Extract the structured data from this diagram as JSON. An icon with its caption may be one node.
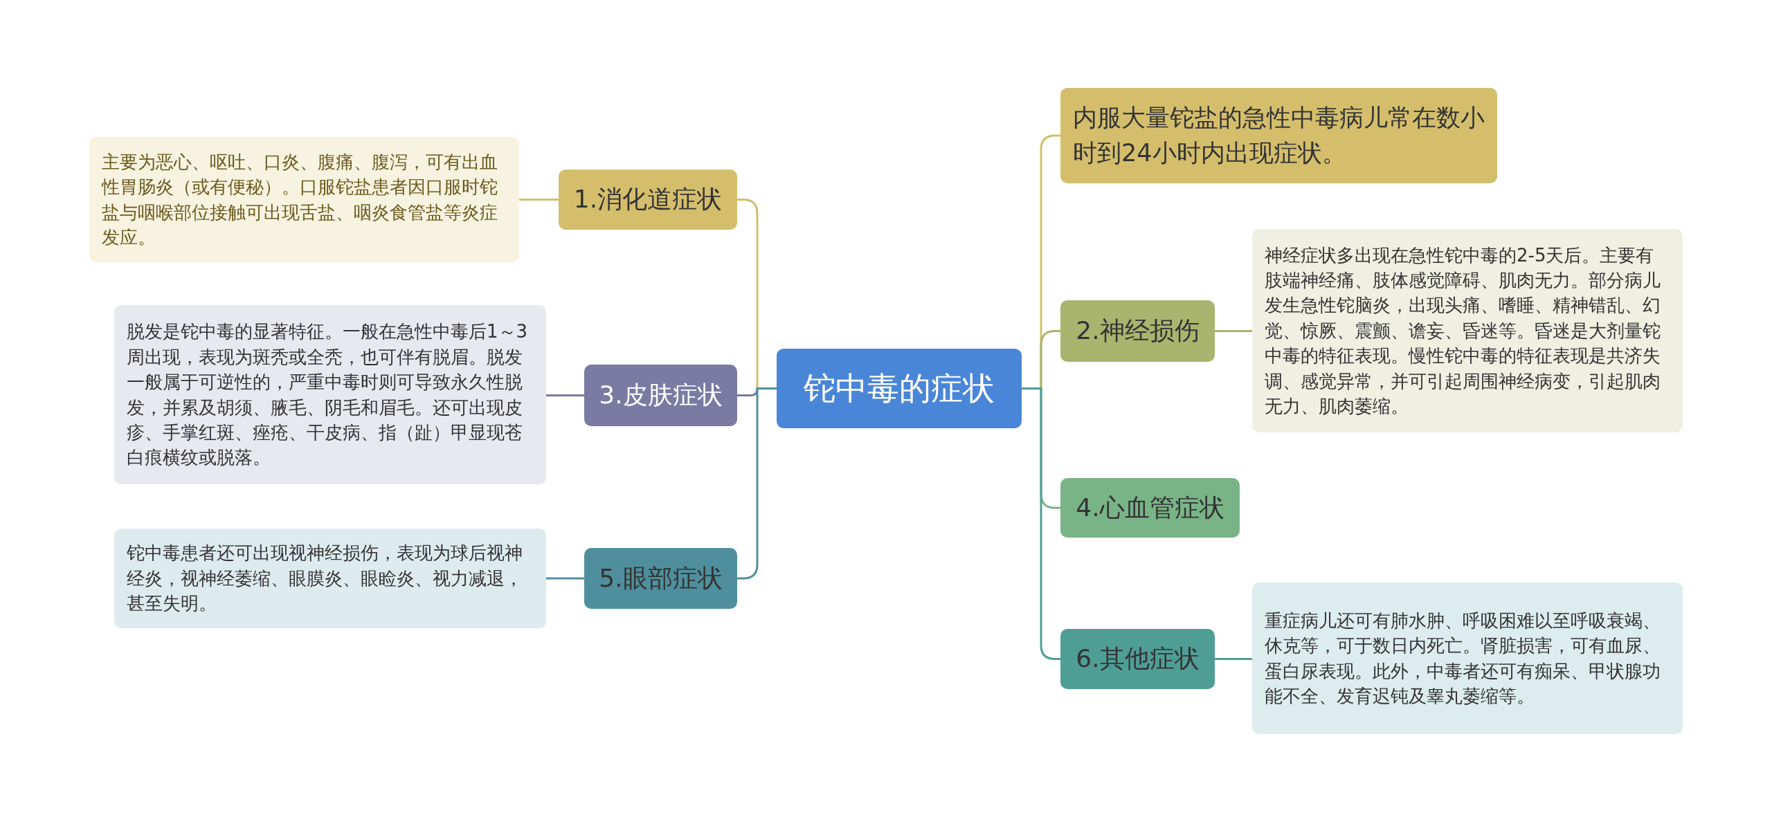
{
  "diagram": {
    "nodes": [
      {
        "text": [
          "铊中毒的症状"
        ]
      },
      {
        "text": [
          "1.消化道症状"
        ]
      },
      {
        "text": [
          "主要为恶心、呕吐、口炎、腹痛、腹泻，可有出血性胃肠炎（或有便秘）。口服铊盐患者因口服时铊盐与咽喉部位接触可出现舌盐、咽炎食管盐等炎症发应。"
        ]
      },
      {
        "text": [
          "3.皮肤症状"
        ]
      },
      {
        "text": [
          "脱发是铊中毒的显著特征。一般在急性中毒后1～3周出现，表现为斑秃或全秃，也可伴有脱眉。脱发一般属于可逆性的，严重中毒时则可导致永久性脱发，并累及胡须、腋毛、阴毛和眉毛。还可出现皮疹、手掌红斑、痤疮、干皮病、指（趾）甲显现苍白痕横纹或脱落。"
        ]
      },
      {
        "text": [
          "5.眼部症状"
        ]
      },
      {
        "text": [
          "铊中毒患者还可出现视神经损伤，表现为球后视神经炎，视神经萎缩、眼膜炎、眼睑炎、视力减退，甚至失明。"
        ]
      },
      {
        "text": [
          "内服大量铊盐的急性中毒病儿常在数小时到24小时内出现症状。"
        ]
      },
      {
        "text": [
          "2.神经损伤"
        ]
      },
      {
        "text": [
          "神经症状多出现在急性铊中毒的2-5天后。主要有肢端神经痛、肢体感觉障碍、肌肉无力。部分病儿发生急性铊脑炎，出现头痛、嗜睡、精神错乱、幻觉、惊厥、震颤、谵妄、昏迷等。昏迷是大剂量铊中毒的特征表现。慢性铊中毒的特征表现是共济失调、感觉异常，并可引起周围神经病变，引起肌肉无力、肌肉萎缩。"
        ]
      },
      {
        "text": [
          "4.心血管症状"
        ]
      },
      {
        "text": [
          "6.其他症状"
        ]
      },
      {
        "text": [
          "重症病儿还可有肺水肿、呼吸困难以至呼吸衰竭、休克等，可于数日内死亡。肾脏损害，可有血尿、蛋白尿表现。此外，中毒者还可有痴呆、甲状腺功能不全、发育迟钝及睾丸萎缩等。"
        ]
      }
    ],
    "edges": [
      {
        "from": 0,
        "to": 1,
        "arrow": "none",
        "color": "#d4be6c"
      },
      {
        "from": 1,
        "to": 2,
        "arrow": "none",
        "color": "#d4be6c"
      },
      {
        "from": 0,
        "to": 3,
        "arrow": "none",
        "color": "#7a7aa2"
      },
      {
        "from": 3,
        "to": 4,
        "arrow": "none",
        "color": "#7a7aa2"
      },
      {
        "from": 0,
        "to": 5,
        "arrow": "none",
        "color": "#4f8f9d"
      },
      {
        "from": 5,
        "to": 6,
        "arrow": "none",
        "color": "#4f8f9d"
      },
      {
        "from": 0,
        "to": 7,
        "arrow": "none",
        "color": "#d4be6c"
      },
      {
        "from": 0,
        "to": 8,
        "arrow": "none",
        "color": "#a9b46e"
      },
      {
        "from": 8,
        "to": 9,
        "arrow": "none",
        "color": "#a9b46e"
      },
      {
        "from": 0,
        "to": 10,
        "arrow": "none",
        "color": "#79b487"
      },
      {
        "from": 0,
        "to": 11,
        "arrow": "none",
        "color": "#4f9e96"
      },
      {
        "from": 11,
        "to": 12,
        "arrow": "none",
        "color": "#4f9e96"
      }
    ]
  }
}
